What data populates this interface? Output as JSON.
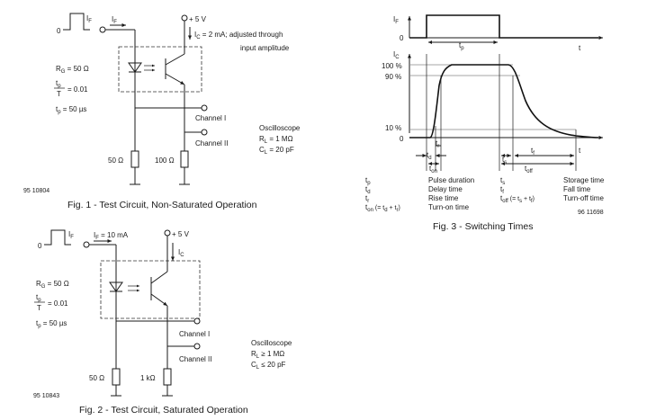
{
  "fig1": {
    "caption": "Fig. 1 - Test Circuit, Non-Saturated Operation",
    "ref": "95 10804",
    "pulse_zero": "0",
    "if_label": "I",
    "if_sub": "F",
    "if_arrow_label": "I",
    "if_arrow_sub": "F",
    "supply": "+ 5 V",
    "ic_line1_pre": "I",
    "ic_line1_sub": "C",
    "ic_line1_post": " = 2 mA; adjusted through",
    "ic_line2": "input amplitude",
    "rg": "R",
    "rg_sub": "G",
    "rg_val": " = 50 Ω",
    "tp_num": "t",
    "tp_num_sub": "p",
    "tp_den": "T",
    "tp_ratio": "= 0.01",
    "tp_val_pre": "t",
    "tp_val_sub": "p",
    "tp_val_post": " = 50 µs",
    "channel1": "Channel I",
    "channel2": "Channel II",
    "osc_title": "Oscilloscope",
    "rl_pre": "R",
    "rl_sub": "L",
    "rl_post": " = 1 MΩ",
    "cl_pre": "C",
    "cl_sub": "L",
    "cl_post": " = 20 pF",
    "r_left": "50 Ω",
    "r_right": "100 Ω"
  },
  "fig2": {
    "caption": "Fig. 2 - Test Circuit, Saturated Operation",
    "ref": "95 10843",
    "pulse_zero": "0",
    "if_label": "I",
    "if_sub": "F",
    "if_cond_pre": "I",
    "if_cond_sub": "F",
    "if_cond_post": " = 10 mA",
    "supply": "+ 5 V",
    "ic_pre": "I",
    "ic_sub": "C",
    "rg": "R",
    "rg_sub": "G",
    "rg_val": " = 50 Ω",
    "tp_num": "t",
    "tp_num_sub": "p",
    "tp_den": "T",
    "tp_ratio": "= 0.01",
    "tp_val_pre": "t",
    "tp_val_sub": "p",
    "tp_val_post": " = 50 µs",
    "channel1": "Channel I",
    "channel2": "Channel II",
    "osc_title": "Oscilloscope",
    "rl_pre": "R",
    "rl_sub": "L",
    "rl_post": " ≥ 1 MΩ",
    "cl_pre": "C",
    "cl_sub": "L",
    "cl_post": " ≤ 20 pF",
    "r_left": "50 Ω",
    "r_right": "1 kΩ"
  },
  "fig3": {
    "caption": "Fig. 3 - Switching Times",
    "ref": "96 11698",
    "if_axis": "I",
    "if_axis_sub": "F",
    "ic_axis": "I",
    "ic_axis_sub": "C",
    "zero_top": "0",
    "zero_bottom": "0",
    "t_top": "t",
    "t_bottom": "t",
    "p100": "100 %",
    "p90": "90 %",
    "p10": "10 %",
    "tp_mark": "t",
    "tp_mark_sub": "p",
    "tr_mark": "t",
    "tr_mark_sub": "r",
    "td_mark": "t",
    "td_mark_sub": "d",
    "ton_mark": "t",
    "ton_mark_sub": "on",
    "ts_mark": "t",
    "ts_mark_sub": "s",
    "tf_mark": "t",
    "tf_mark_sub": "f",
    "toff_mark": "t",
    "toff_mark_sub": "off",
    "legend_left": [
      {
        "sym": "t",
        "sub": "p",
        "post": "",
        "desc": "Pulse duration"
      },
      {
        "sym": "t",
        "sub": "d",
        "post": "",
        "desc": "Delay time"
      },
      {
        "sym": "t",
        "sub": "r",
        "post": "",
        "desc": "Rise time"
      },
      {
        "sym": "t",
        "sub": "on",
        "post": " (= t",
        "sub2": "d",
        "post2": " + t",
        "sub3": "r",
        "post3": ")",
        "desc": "Turn-on time"
      }
    ],
    "legend_right": [
      {
        "sym": "t",
        "sub": "s",
        "post": "",
        "desc": "Storage time"
      },
      {
        "sym": "t",
        "sub": "f",
        "post": "",
        "desc": "Fall time"
      },
      {
        "sym": "t",
        "sub": "off",
        "post": " (= t",
        "sub2": "s",
        "post2": " + t",
        "sub3": "f",
        "post3": ")",
        "desc": "Turn-off time"
      }
    ]
  }
}
